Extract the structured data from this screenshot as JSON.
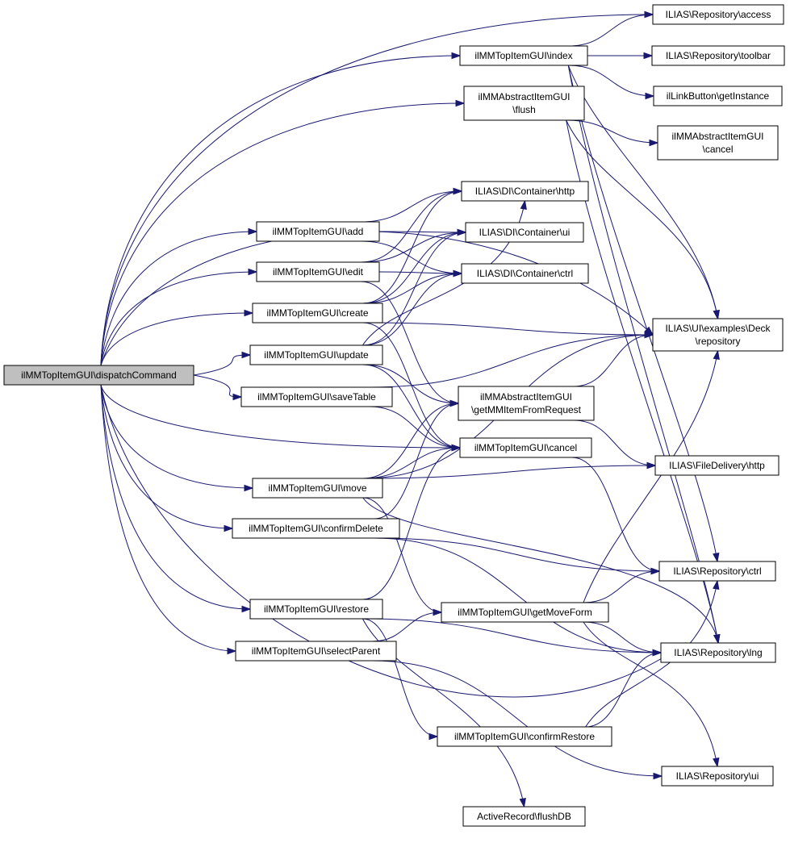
{
  "graph": {
    "nodes": [
      {
        "id": "dispatch",
        "lines": [
          "ilMMTopItemGUI\\dispatchCommand"
        ],
        "root": true
      },
      {
        "id": "index",
        "lines": [
          "ilMMTopItemGUI\\index"
        ]
      },
      {
        "id": "flush",
        "lines": [
          "ilMMAbstractItemGUI",
          "\\flush"
        ]
      },
      {
        "id": "add",
        "lines": [
          "ilMMTopItemGUI\\add"
        ]
      },
      {
        "id": "edit",
        "lines": [
          "ilMMTopItemGUI\\edit"
        ]
      },
      {
        "id": "create",
        "lines": [
          "ilMMTopItemGUI\\create"
        ]
      },
      {
        "id": "update",
        "lines": [
          "ilMMTopItemGUI\\update"
        ]
      },
      {
        "id": "saveTable",
        "lines": [
          "ilMMTopItemGUI\\saveTable"
        ]
      },
      {
        "id": "move",
        "lines": [
          "ilMMTopItemGUI\\move"
        ]
      },
      {
        "id": "confirmDelete",
        "lines": [
          "ilMMTopItemGUI\\confirmDelete"
        ]
      },
      {
        "id": "restore",
        "lines": [
          "ilMMTopItemGUI\\restore"
        ]
      },
      {
        "id": "selectParent",
        "lines": [
          "ilMMTopItemGUI\\selectParent"
        ]
      },
      {
        "id": "dichttp",
        "lines": [
          "ILIAS\\DI\\Container\\http"
        ]
      },
      {
        "id": "dicui",
        "lines": [
          "ILIAS\\DI\\Container\\ui"
        ]
      },
      {
        "id": "dicctrl",
        "lines": [
          "ILIAS\\DI\\Container\\ctrl"
        ]
      },
      {
        "id": "getMM",
        "lines": [
          "ilMMAbstractItemGUI",
          "\\getMMItemFromRequest"
        ]
      },
      {
        "id": "cancel",
        "lines": [
          "ilMMTopItemGUI\\cancel"
        ]
      },
      {
        "id": "getMoveForm",
        "lines": [
          "ilMMTopItemGUI\\getMoveForm"
        ]
      },
      {
        "id": "confirmRestore",
        "lines": [
          "ilMMTopItemGUI\\confirmRestore"
        ]
      },
      {
        "id": "flushDB",
        "lines": [
          "ActiveRecord\\flushDB"
        ]
      },
      {
        "id": "access",
        "lines": [
          "ILIAS\\Repository\\access"
        ]
      },
      {
        "id": "toolbar",
        "lines": [
          "ILIAS\\Repository\\toolbar"
        ]
      },
      {
        "id": "linkbtn",
        "lines": [
          "ilLinkButton\\getInstance"
        ]
      },
      {
        "id": "abscancel",
        "lines": [
          "ilMMAbstractItemGUI",
          "\\cancel"
        ]
      },
      {
        "id": "deck",
        "lines": [
          "ILIAS\\UI\\examples\\Deck",
          "\\repository"
        ]
      },
      {
        "id": "filehttp",
        "lines": [
          "ILIAS\\FileDelivery\\http"
        ]
      },
      {
        "id": "repoctrl",
        "lines": [
          "ILIAS\\Repository\\ctrl"
        ]
      },
      {
        "id": "repolng",
        "lines": [
          "ILIAS\\Repository\\lng"
        ]
      },
      {
        "id": "repoui",
        "lines": [
          "ILIAS\\Repository\\ui"
        ]
      }
    ],
    "edges": [
      [
        "dispatch",
        "access"
      ],
      [
        "dispatch",
        "index"
      ],
      [
        "dispatch",
        "flush"
      ],
      [
        "dispatch",
        "add"
      ],
      [
        "dispatch",
        "edit"
      ],
      [
        "dispatch",
        "create"
      ],
      [
        "dispatch",
        "update"
      ],
      [
        "dispatch",
        "saveTable"
      ],
      [
        "dispatch",
        "cancel"
      ],
      [
        "dispatch",
        "move"
      ],
      [
        "dispatch",
        "confirmDelete"
      ],
      [
        "dispatch",
        "restore"
      ],
      [
        "dispatch",
        "selectParent"
      ],
      [
        "dispatch",
        "deck"
      ],
      [
        "dispatch",
        "repolng"
      ],
      [
        "index",
        "access"
      ],
      [
        "index",
        "toolbar"
      ],
      [
        "index",
        "linkbtn"
      ],
      [
        "index",
        "deck"
      ],
      [
        "index",
        "repoctrl"
      ],
      [
        "index",
        "repolng"
      ],
      [
        "flush",
        "abscancel"
      ],
      [
        "flush",
        "deck"
      ],
      [
        "flush",
        "repolng"
      ],
      [
        "add",
        "dichttp"
      ],
      [
        "add",
        "dicui"
      ],
      [
        "add",
        "dicctrl"
      ],
      [
        "edit",
        "dichttp"
      ],
      [
        "edit",
        "dicui"
      ],
      [
        "edit",
        "dicctrl"
      ],
      [
        "edit",
        "getMM"
      ],
      [
        "create",
        "dichttp"
      ],
      [
        "create",
        "dicui"
      ],
      [
        "create",
        "dicctrl"
      ],
      [
        "create",
        "deck"
      ],
      [
        "create",
        "cancel"
      ],
      [
        "update",
        "dichttp"
      ],
      [
        "update",
        "dicui"
      ],
      [
        "update",
        "dicctrl"
      ],
      [
        "update",
        "getMM"
      ],
      [
        "update",
        "cancel"
      ],
      [
        "saveTable",
        "deck"
      ],
      [
        "saveTable",
        "cancel"
      ],
      [
        "getMM",
        "deck"
      ],
      [
        "getMM",
        "filehttp"
      ],
      [
        "cancel",
        "repoctrl"
      ],
      [
        "move",
        "getMM"
      ],
      [
        "move",
        "cancel"
      ],
      [
        "move",
        "filehttp"
      ],
      [
        "move",
        "deck"
      ],
      [
        "move",
        "getMoveForm"
      ],
      [
        "move",
        "repolng"
      ],
      [
        "confirmDelete",
        "getMM"
      ],
      [
        "confirmDelete",
        "repoctrl"
      ],
      [
        "confirmDelete",
        "repolng"
      ],
      [
        "restore",
        "cancel"
      ],
      [
        "restore",
        "confirmRestore"
      ],
      [
        "restore",
        "flushDB"
      ],
      [
        "restore",
        "repolng"
      ],
      [
        "selectParent",
        "getMoveForm"
      ],
      [
        "selectParent",
        "repoui"
      ],
      [
        "getMoveForm",
        "deck"
      ],
      [
        "getMoveForm",
        "repoctrl"
      ],
      [
        "getMoveForm",
        "repolng"
      ],
      [
        "getMoveForm",
        "repoui"
      ],
      [
        "confirmRestore",
        "repoctrl"
      ],
      [
        "confirmRestore",
        "repolng"
      ]
    ]
  }
}
